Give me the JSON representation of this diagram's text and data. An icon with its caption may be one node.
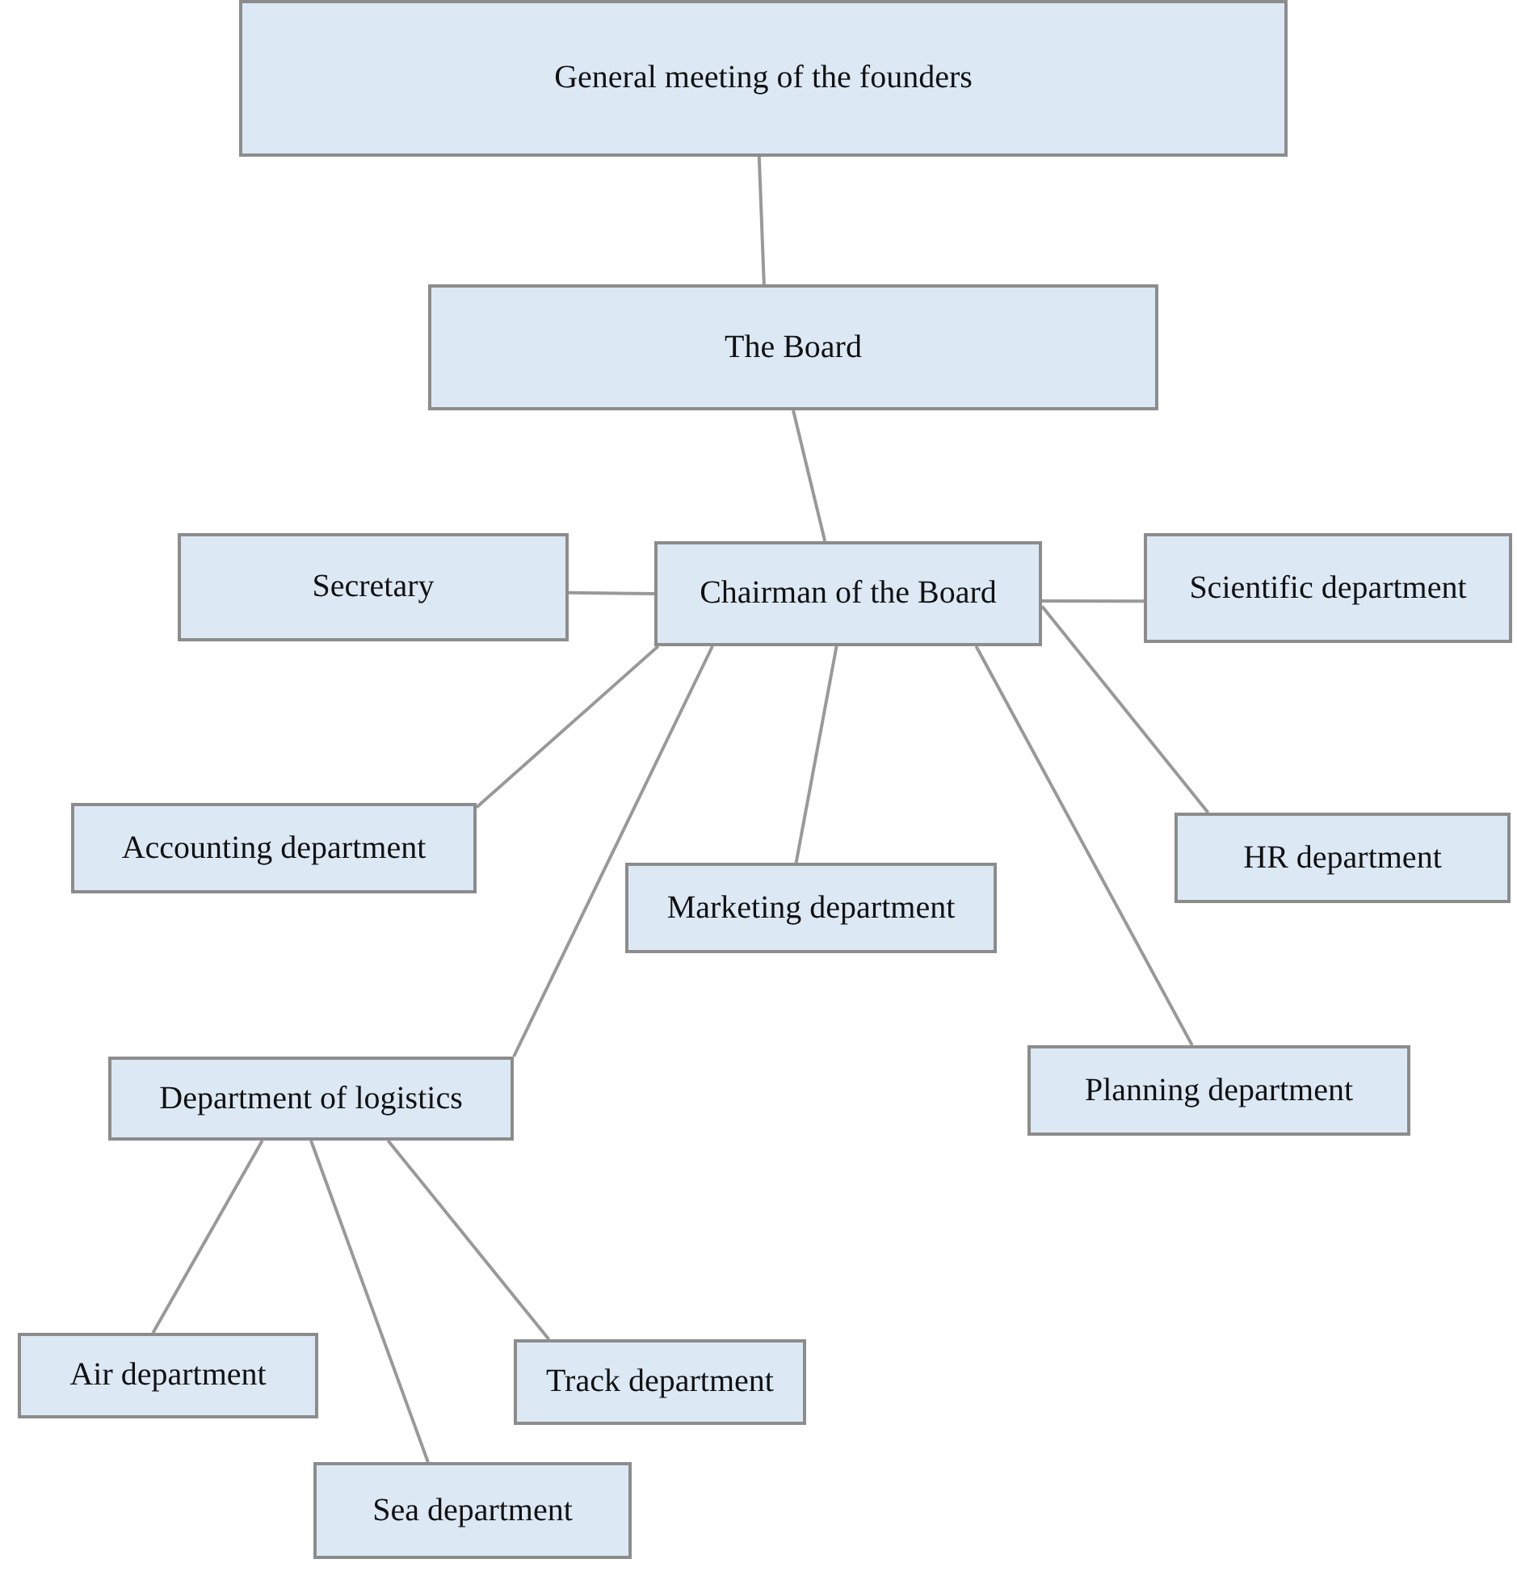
{
  "diagram": {
    "nodes": [
      {
        "text": [
          "General meeting of the founders"
        ]
      },
      {
        "text": [
          "The Board"
        ]
      },
      {
        "text": [
          "Secretary"
        ]
      },
      {
        "text": [
          "Chairman of the Board"
        ]
      },
      {
        "text": [
          "Scientific department"
        ]
      },
      {
        "text": [
          "Accounting department"
        ]
      },
      {
        "text": [
          "Marketing department"
        ]
      },
      {
        "text": [
          "HR department"
        ]
      },
      {
        "text": [
          "Department of logistics"
        ]
      },
      {
        "text": [
          "Planning department"
        ]
      },
      {
        "text": [
          "Air department"
        ]
      },
      {
        "text": [
          "Track department"
        ]
      },
      {
        "text": [
          "Sea department"
        ]
      }
    ],
    "edges": [
      {
        "from": 0,
        "to": 1,
        "arrow": "none"
      },
      {
        "from": 1,
        "to": 3,
        "arrow": "none"
      },
      {
        "from": 3,
        "to": 2,
        "arrow": "none"
      },
      {
        "from": 3,
        "to": 4,
        "arrow": "none"
      },
      {
        "from": 3,
        "to": 5,
        "arrow": "none"
      },
      {
        "from": 3,
        "to": 6,
        "arrow": "none"
      },
      {
        "from": 3,
        "to": 7,
        "arrow": "none"
      },
      {
        "from": 3,
        "to": 9,
        "arrow": "none"
      },
      {
        "from": 3,
        "to": 8,
        "arrow": "none"
      },
      {
        "from": 8,
        "to": 10,
        "arrow": "none"
      },
      {
        "from": 8,
        "to": 12,
        "arrow": "none"
      },
      {
        "from": 8,
        "to": 11,
        "arrow": "none"
      }
    ]
  }
}
